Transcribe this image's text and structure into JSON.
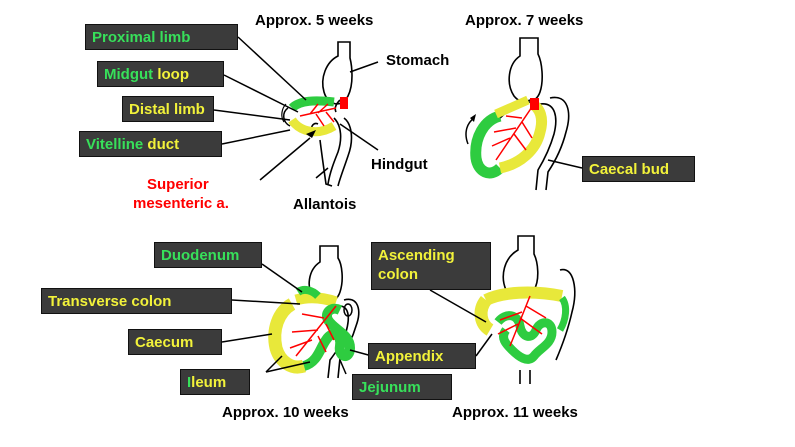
{
  "headings": {
    "week5": "Approx. 5 weeks",
    "week7": "Approx. 7 weeks",
    "week10": "Approx. 10 weeks",
    "week11": "Approx. 11 weeks"
  },
  "labels": {
    "proximal_limb": {
      "green": "Proximal limb"
    },
    "midgut_loop": {
      "green": "Midgut",
      "yellow": " loop"
    },
    "distal_limb": {
      "yellow": "Distal limb"
    },
    "vitelline_duct": {
      "green": "Vitelline",
      "yellow": " duct"
    },
    "superior_mesenteric": {
      "line1": "Superior",
      "line2": "mesenteric a."
    },
    "stomach": "Stomach",
    "hindgut": "Hindgut",
    "allantois": "Allantois",
    "caecal_bud": {
      "yellow": "Caecal bud"
    },
    "duodenum": {
      "green": "Duodenum"
    },
    "transverse_colon": {
      "yellow": "Transverse colon"
    },
    "caecum": {
      "yellow": "Caecum"
    },
    "ileum": {
      "green": "I",
      "yellow": "leum"
    },
    "jejunum": {
      "green": "Jejunum"
    },
    "appendix": {
      "yellow": "Appendix"
    },
    "ascending_colon": {
      "line1": "Ascending",
      "line2": "colon"
    }
  },
  "colors": {
    "green": "#2ecc40",
    "yellow": "#e8e83a",
    "label_green": "#37e05a",
    "label_yellow": "#f2f23a",
    "box_bg": "#3b3b3b",
    "artery_red": "#ff0000"
  }
}
